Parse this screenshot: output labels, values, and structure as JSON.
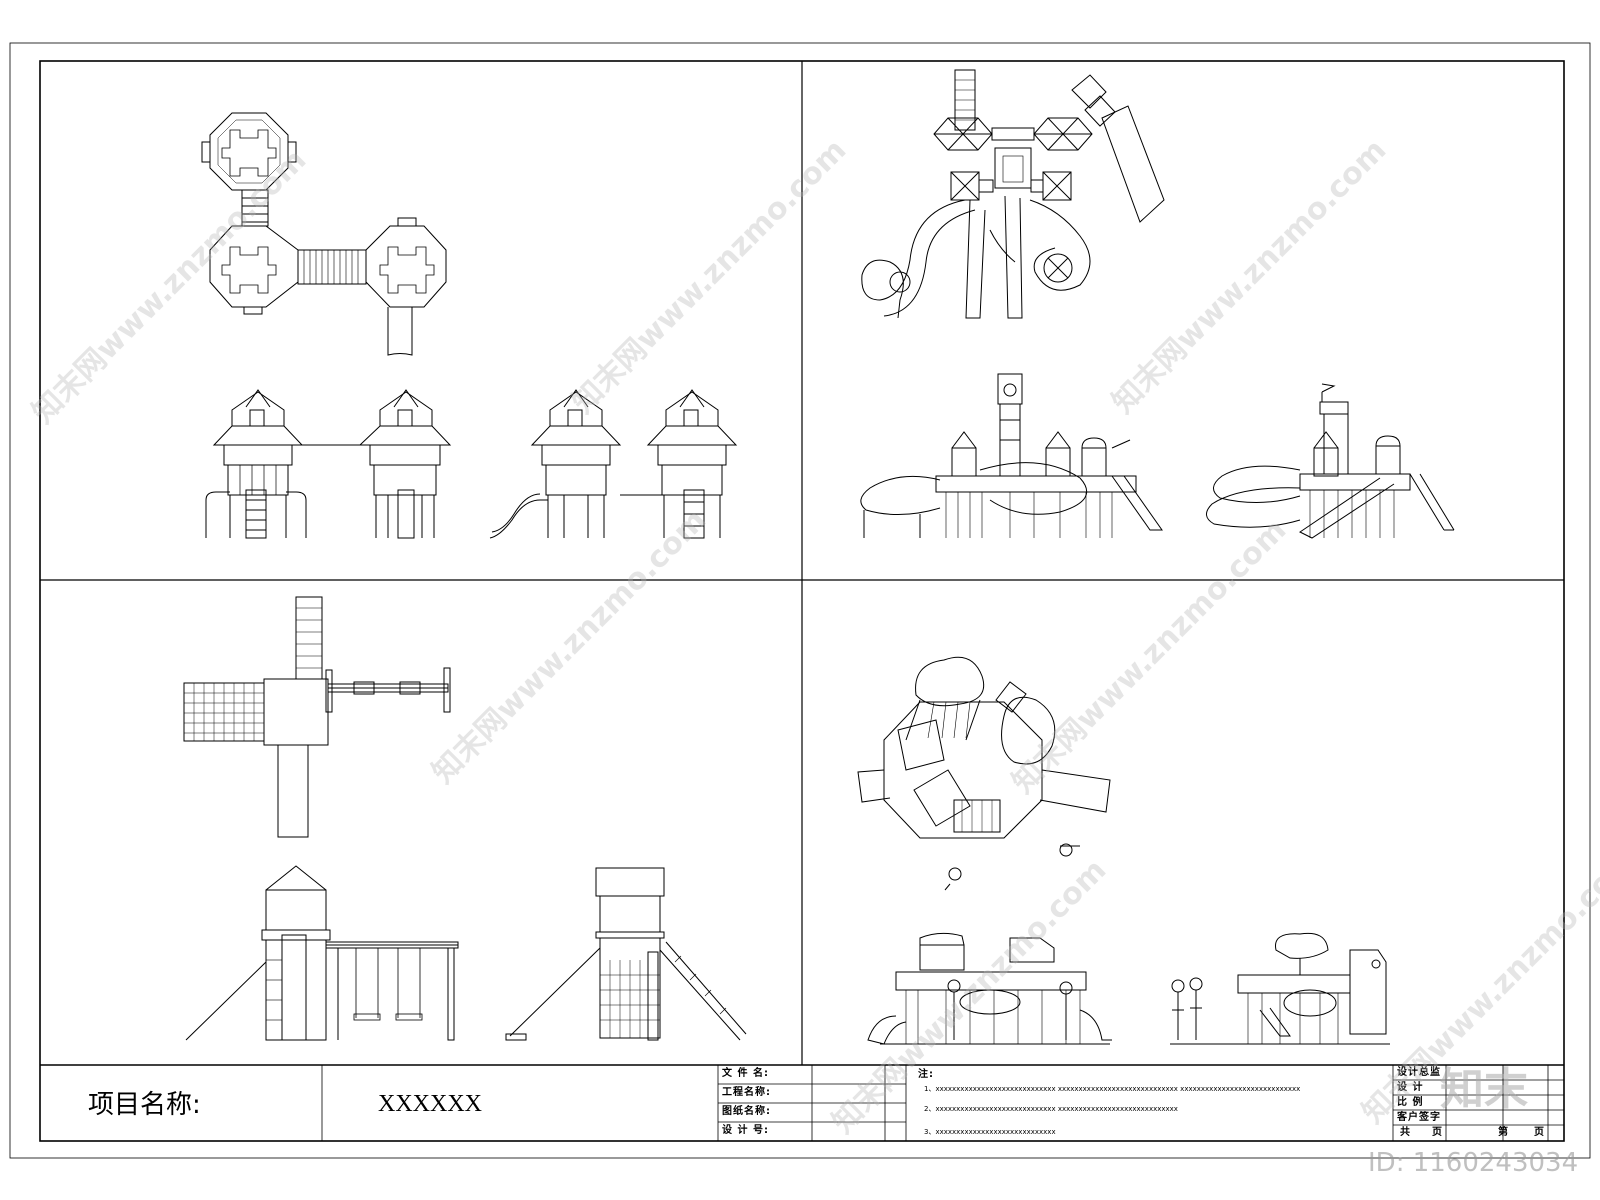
{
  "title_block": {
    "project_label": "项目名称:",
    "project_value": "XXXXXX",
    "fields": [
      "文 件 名:",
      "工程名称:",
      "图纸名称:",
      "设 计 号:"
    ],
    "notes_label": "注:",
    "notes": [
      "1、xxxxxxxxxxxxxxxxxxxxxxxxxxxxx   xxxxxxxxxxxxxxxxxxxxxxxxxxxxx   xxxxxxxxxxxxxxxxxxxxxxxxxxxxx",
      "2、xxxxxxxxxxxxxxxxxxxxxxxxxxxxx   xxxxxxxxxxxxxxxxxxxxxxxxxxxxx",
      "3、xxxxxxxxxxxxxxxxxxxxxxxxxxxxx"
    ],
    "right_fields": [
      "设计总监",
      "设    计",
      "比    例",
      "客户签字"
    ],
    "footer_total": "共",
    "footer_page_a": "页",
    "footer_page_label": "第",
    "footer_page_b": "页"
  },
  "watermark": {
    "text": "知末网www.znzmo.com",
    "logo": "知末",
    "id_label": "ID: 1160243034"
  }
}
